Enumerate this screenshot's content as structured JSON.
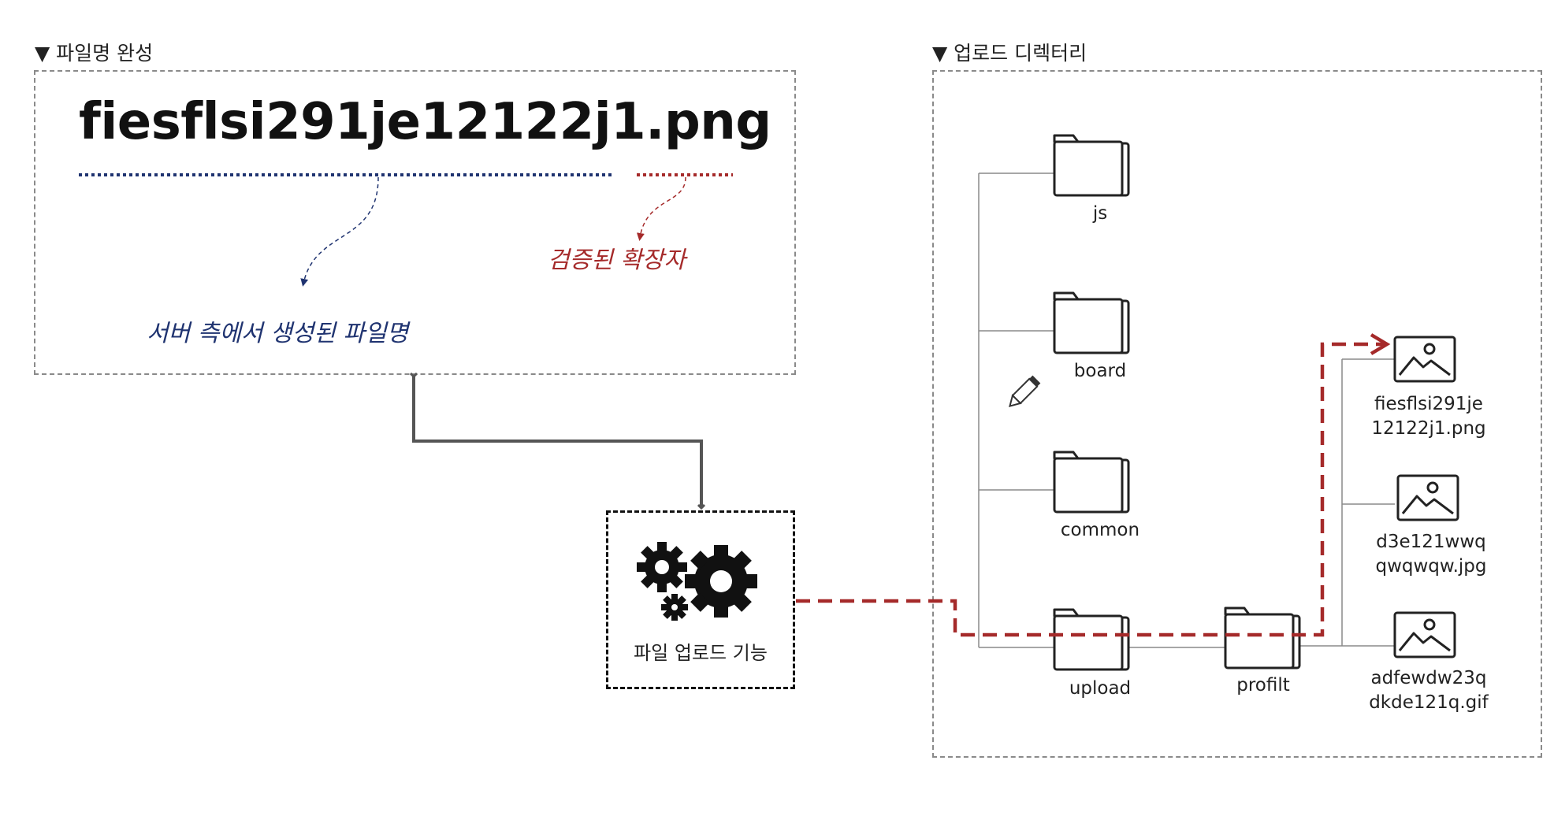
{
  "left_panel": {
    "title": "▼ 파일명 완성",
    "filename": "fiesflsi291je12122j1.png",
    "annotation_server": "서버 측에서 생성된 파일명",
    "annotation_extension": "검증된 확장자"
  },
  "function_box": {
    "label": "파일 업로드 기능",
    "icon": "gears-icon"
  },
  "right_panel": {
    "title": "▼ 업로드 디렉터리",
    "folders": [
      "js",
      "board",
      "common",
      "upload",
      "profilt"
    ],
    "files": [
      {
        "line1": "fiesflsi291je",
        "line2": "12122j1.png",
        "highlight": true
      },
      {
        "line1": "d3e121wwq",
        "line2": "qwqwqw.jpg",
        "highlight": false
      },
      {
        "line1": "adfewdw23q",
        "line2": "dkde121q.gif",
        "highlight": false
      }
    ]
  },
  "colors": {
    "accent_red": "#a52a2a",
    "accent_blue": "#1f3370",
    "line_gray": "#555555"
  }
}
